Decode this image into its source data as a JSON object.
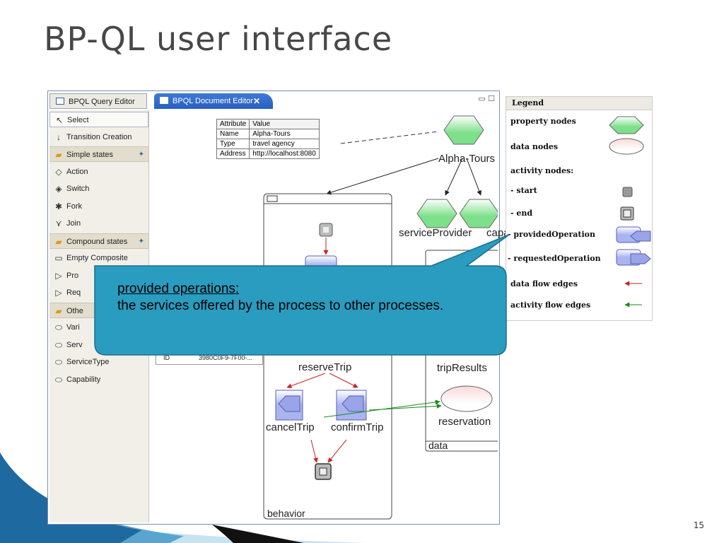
{
  "slide": {
    "title": "BP-QL user interface",
    "number": "15"
  },
  "tabs": {
    "query": "BPQL Query Editor",
    "document": "BPQL Document Editor",
    "close_glyph": "✕",
    "window_controls": "▭ ☐"
  },
  "palette": [
    {
      "label": "Select",
      "icon": "arrow-cursor-icon",
      "glyph": "↖",
      "type": "tool",
      "selected": true
    },
    {
      "label": "Transition Creation",
      "icon": "down-arrow-icon",
      "glyph": "↓",
      "type": "tool"
    },
    {
      "label": "Simple states",
      "icon": "folder-icon",
      "glyph": "▰",
      "type": "header"
    },
    {
      "label": "Action",
      "icon": "action-icon",
      "glyph": "◇",
      "type": "tool"
    },
    {
      "label": "Switch",
      "icon": "switch-icon",
      "glyph": "◈",
      "type": "tool"
    },
    {
      "label": "Fork",
      "icon": "fork-icon",
      "glyph": "✱",
      "type": "tool"
    },
    {
      "label": "Join",
      "icon": "join-icon",
      "glyph": "⋎",
      "type": "tool"
    },
    {
      "label": "Compound states",
      "icon": "folder-icon",
      "glyph": "▰",
      "type": "header"
    },
    {
      "label": "Empty Composite",
      "icon": "composite-icon",
      "glyph": "▭",
      "type": "tool"
    },
    {
      "label": "Pro",
      "icon": "provided-op-icon",
      "glyph": "▷",
      "type": "tool"
    },
    {
      "label": "Req",
      "icon": "requested-op-icon",
      "glyph": "▷",
      "type": "tool"
    },
    {
      "label": "Othe",
      "icon": "folder-icon",
      "glyph": "▰",
      "type": "header"
    },
    {
      "label": "Vari",
      "icon": "variable-icon",
      "glyph": "⬭",
      "type": "tool"
    },
    {
      "label": "Serv",
      "icon": "service-icon",
      "glyph": "⬭",
      "type": "tool"
    },
    {
      "label": "ServiceType",
      "icon": "service-type-icon",
      "glyph": "⬭",
      "type": "tool"
    },
    {
      "label": "Capability",
      "icon": "capability-icon",
      "glyph": "⬭",
      "type": "tool"
    }
  ],
  "attr_table": {
    "headers": [
      "Attribute",
      "Value"
    ],
    "rows": [
      [
        "Name",
        "Alpha-Tours"
      ],
      [
        "Type",
        "travel agency"
      ],
      [
        "Address",
        "http://localhost:8080"
      ]
    ]
  },
  "id_row": {
    "key": "ID",
    "value": "3980C0F9-7F00-..."
  },
  "graph": {
    "root": "Alpha-Tours",
    "service_provider": "serviceProvider",
    "capability": "capability",
    "reserve_trip": "reserveTrip",
    "cancel_trip": "cancelTrip",
    "confirm_trip": "confirmTrip",
    "trip_results": "tripResults",
    "reservation": "reservation",
    "behavior": "behavior",
    "data": "data"
  },
  "legend": {
    "title": "Legend",
    "property_nodes": "property nodes",
    "data_nodes": "data nodes",
    "activity_nodes": "activity nodes:",
    "start": "- start",
    "end": "- end",
    "provided_operation": "- providedOperation",
    "requested_operation": "- requestedOperation",
    "data_flow_edges": "data flow edges",
    "activity_flow_edges": "activity flow edges"
  },
  "callout": {
    "title": "provided operations:",
    "body": "the services offered by the process to other processes."
  },
  "colors": {
    "callout": "#2a9cbf",
    "property_node": "#7ee08a",
    "data_flow": "#cc2222",
    "activity_flow": "#1a8a1a",
    "tab_active": "#2a5fbf"
  }
}
